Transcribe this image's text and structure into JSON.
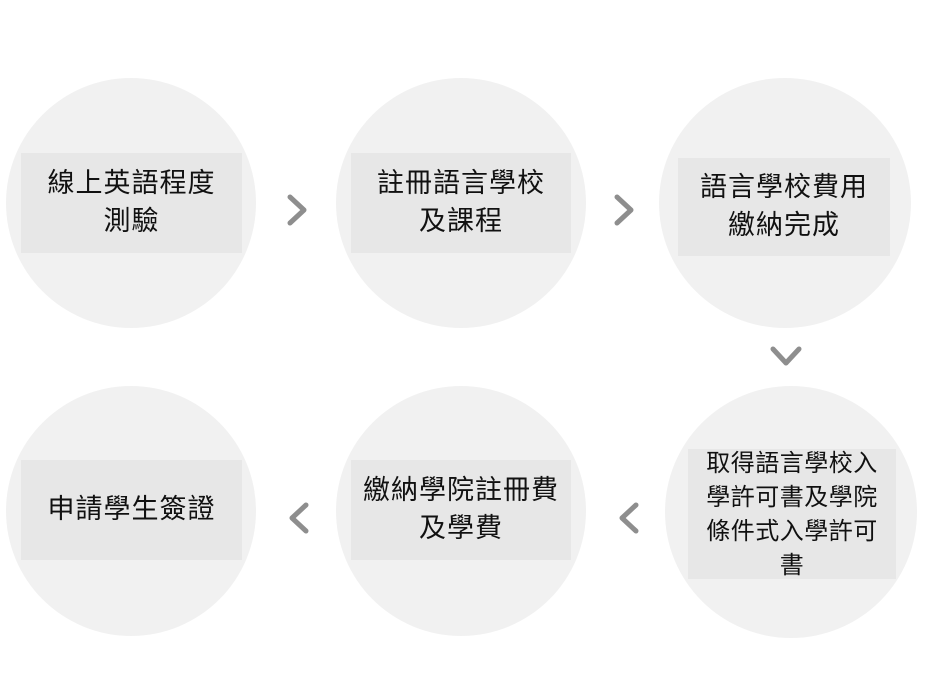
{
  "colors": {
    "circle": "#f1f1f1",
    "label_box": "#e7e7e7",
    "arrow": "#8e8e8e",
    "text": "#111111"
  },
  "steps": [
    {
      "label": "線上英語程度\n測驗"
    },
    {
      "label": "註冊語言學校\n及課程"
    },
    {
      "label": "語言學校費用\n繳納完成"
    },
    {
      "label": "取得語言學校入\n學許可書及學院\n條件式入學許可\n書"
    },
    {
      "label": "繳納學院註冊費\n及學費"
    },
    {
      "label": "申請學生簽證"
    }
  ],
  "arrows": [
    {
      "icon": "chevron-right-icon"
    },
    {
      "icon": "chevron-right-icon"
    },
    {
      "icon": "chevron-down-icon"
    },
    {
      "icon": "chevron-left-icon"
    },
    {
      "icon": "chevron-left-icon"
    }
  ]
}
